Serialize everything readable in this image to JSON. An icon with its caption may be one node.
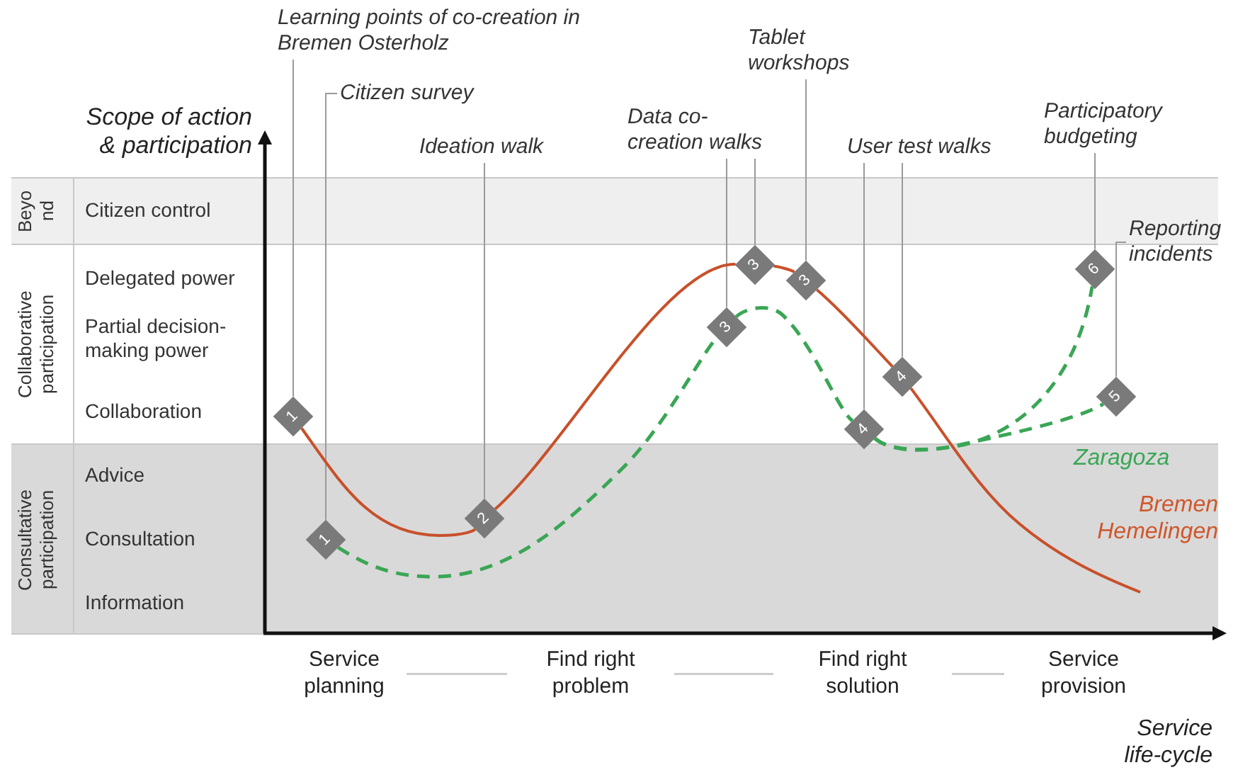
{
  "diagram": {
    "nodes": [
      {
        "text": [
          "Learning points of co-creation in Bremen Osterholz"
        ]
      },
      {
        "text": [
          "Citizen survey"
        ]
      },
      {
        "text": [
          "Ideation walk"
        ]
      },
      {
        "text": [
          "Data co-creation walks"
        ]
      },
      {
        "text": [
          "Tablet workshops"
        ]
      },
      {
        "text": [
          "User test walks"
        ]
      },
      {
        "text": [
          "Participatory budgeting"
        ]
      },
      {
        "text": [
          "Reporting incidents"
        ]
      },
      {
        "text": [
          "1"
        ]
      },
      {
        "text": [
          "1"
        ]
      },
      {
        "text": [
          "2"
        ]
      },
      {
        "text": [
          "3"
        ]
      },
      {
        "text": [
          "3"
        ]
      },
      {
        "text": [
          "3"
        ]
      },
      {
        "text": [
          "4"
        ]
      },
      {
        "text": [
          "4"
        ]
      },
      {
        "text": [
          "6"
        ]
      },
      {
        "text": [
          "5"
        ]
      },
      {
        "text": [
          "Service planning"
        ]
      },
      {
        "text": [
          "Find right problem"
        ]
      },
      {
        "text": [
          "Find right solution"
        ]
      },
      {
        "text": [
          "Service provision"
        ]
      }
    ],
    "edges": [
      {
        "from": 0,
        "to": 8,
        "arrow": "none"
      },
      {
        "from": 1,
        "to": 9,
        "arrow": "none"
      },
      {
        "from": 2,
        "to": 10,
        "arrow": "none"
      },
      {
        "from": 3,
        "to": 11,
        "arrow": "none"
      },
      {
        "from": 3,
        "to": 12,
        "arrow": "none"
      },
      {
        "from": 4,
        "to": 13,
        "arrow": "none"
      },
      {
        "from": 5,
        "to": 14,
        "arrow": "none"
      },
      {
        "from": 5,
        "to": 15,
        "arrow": "none"
      },
      {
        "from": 6,
        "to": 16,
        "arrow": "none"
      },
      {
        "from": 7,
        "to": 17,
        "arrow": "none"
      },
      {
        "from": 18,
        "to": 19,
        "arrow": "none",
        "color": "#cccccc"
      },
      {
        "from": 19,
        "to": 20,
        "arrow": "none",
        "color": "#cccccc"
      },
      {
        "from": 20,
        "to": 21,
        "arrow": "none",
        "color": "#cccccc"
      },
      {
        "from": 8,
        "to": 10,
        "arrow": "none",
        "color": "#c8502a"
      },
      {
        "from": 10,
        "to": 12,
        "arrow": "none",
        "color": "#c8502a"
      },
      {
        "from": 12,
        "to": 13,
        "arrow": "none",
        "color": "#c8502a"
      },
      {
        "from": 13,
        "to": 15,
        "arrow": "none",
        "color": "#c8502a"
      },
      {
        "from": 15,
        "to": null,
        "arrow": "none",
        "color": "#c8502a"
      },
      {
        "from": 9,
        "to": 11,
        "arrow": "none",
        "style": "dashed",
        "color": "#3aa655"
      },
      {
        "from": 11,
        "to": 14,
        "arrow": "none",
        "style": "dashed",
        "color": "#3aa655"
      },
      {
        "from": 14,
        "to": 16,
        "arrow": "none",
        "style": "dashed",
        "color": "#3aa655"
      },
      {
        "from": 14,
        "to": 17,
        "arrow": "none",
        "style": "dashed",
        "color": "#3aa655"
      }
    ],
    "labels": [
      "Scope of action & participation",
      "Beyo nd",
      "Citizen control",
      "Collaborative participation",
      "Delegated power",
      "Partial decision-making power",
      "Collaboration",
      "Zaragoza",
      "Bremen Hemelingen",
      "Consultative participation",
      "Advice",
      "Consultation",
      "Information",
      "Service life-cycle"
    ]
  }
}
